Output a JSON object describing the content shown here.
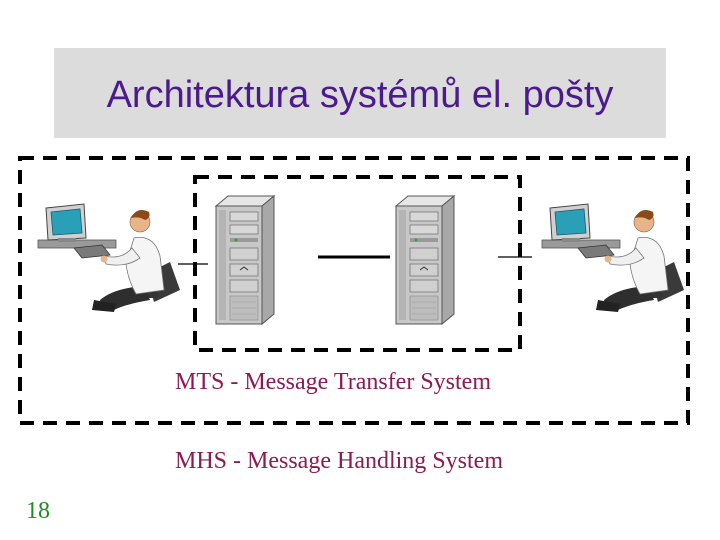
{
  "title": "Architektura systémů el. pošty",
  "mts_label": "MTS - Message Transfer System",
  "mhs_label": "MHS - Message Handling System",
  "slide_number": "18",
  "colors": {
    "title_text": "#4b1a8c",
    "title_background": "#dcdcdc",
    "label_text": "#8b1a55",
    "slide_number": "#1f8b1f",
    "frame_dash": "#000000"
  },
  "icons": [
    "user-at-computer-icon",
    "server-tower-icon",
    "server-tower-icon",
    "user-at-computer-icon"
  ]
}
